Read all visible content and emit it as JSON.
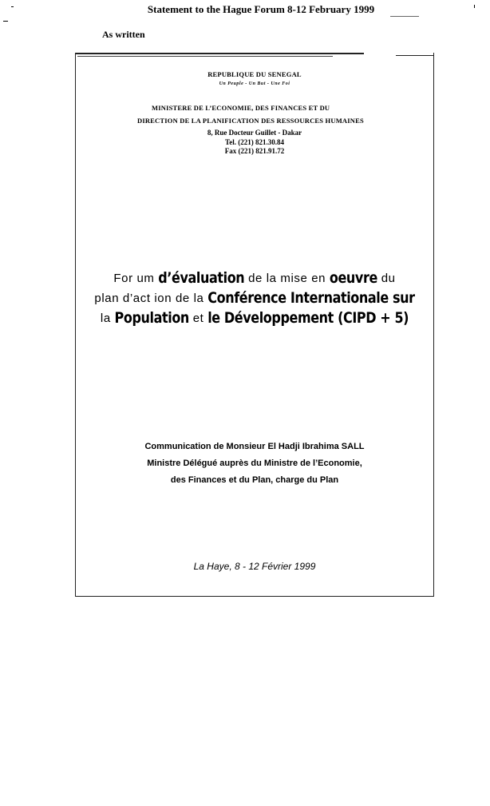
{
  "header": {
    "title": "Statement to the Hague Forum 8-12 February 1999",
    "note": "As written"
  },
  "letterhead": {
    "country": "REPUBLIQUE DU SENEGAL",
    "motto": "Un Peuple - Un But - Une Foi",
    "ministry_line1": "MINISTERE DE L’ECONOMIE, DES FINANCES ET DU",
    "ministry_line2": "DIRECTION DE LA PLANIFICATION DES RESSOURCES HUMAINES",
    "address": "8, Rue Docteur Guillet - Dakar",
    "tel": "Tel. (221) 821.30.84",
    "fax": "Fax (221) 821.91.72"
  },
  "title_block": {
    "line1_a": "For um",
    "line1_b": "d’évaluation",
    "line1_c": "de la mise en",
    "line1_d": "oeuvre",
    "line1_e": "du",
    "line2_a": "plan d’act ion de la",
    "line2_b": "Conférence Internationale sur",
    "line3_a": "la",
    "line3_b": "Population",
    "line3_c": "et",
    "line3_d": "le Développement (CIPD + 5)"
  },
  "communication": {
    "line1": "Communication de Monsieur El Hadji Ibrahima SALL",
    "line2": "Ministre Délégué auprès du Ministre de l’Economie,",
    "line3": "des Finances et du Plan, charge du Plan"
  },
  "place_date": "La Haye, 8 - 12 Février 1999"
}
